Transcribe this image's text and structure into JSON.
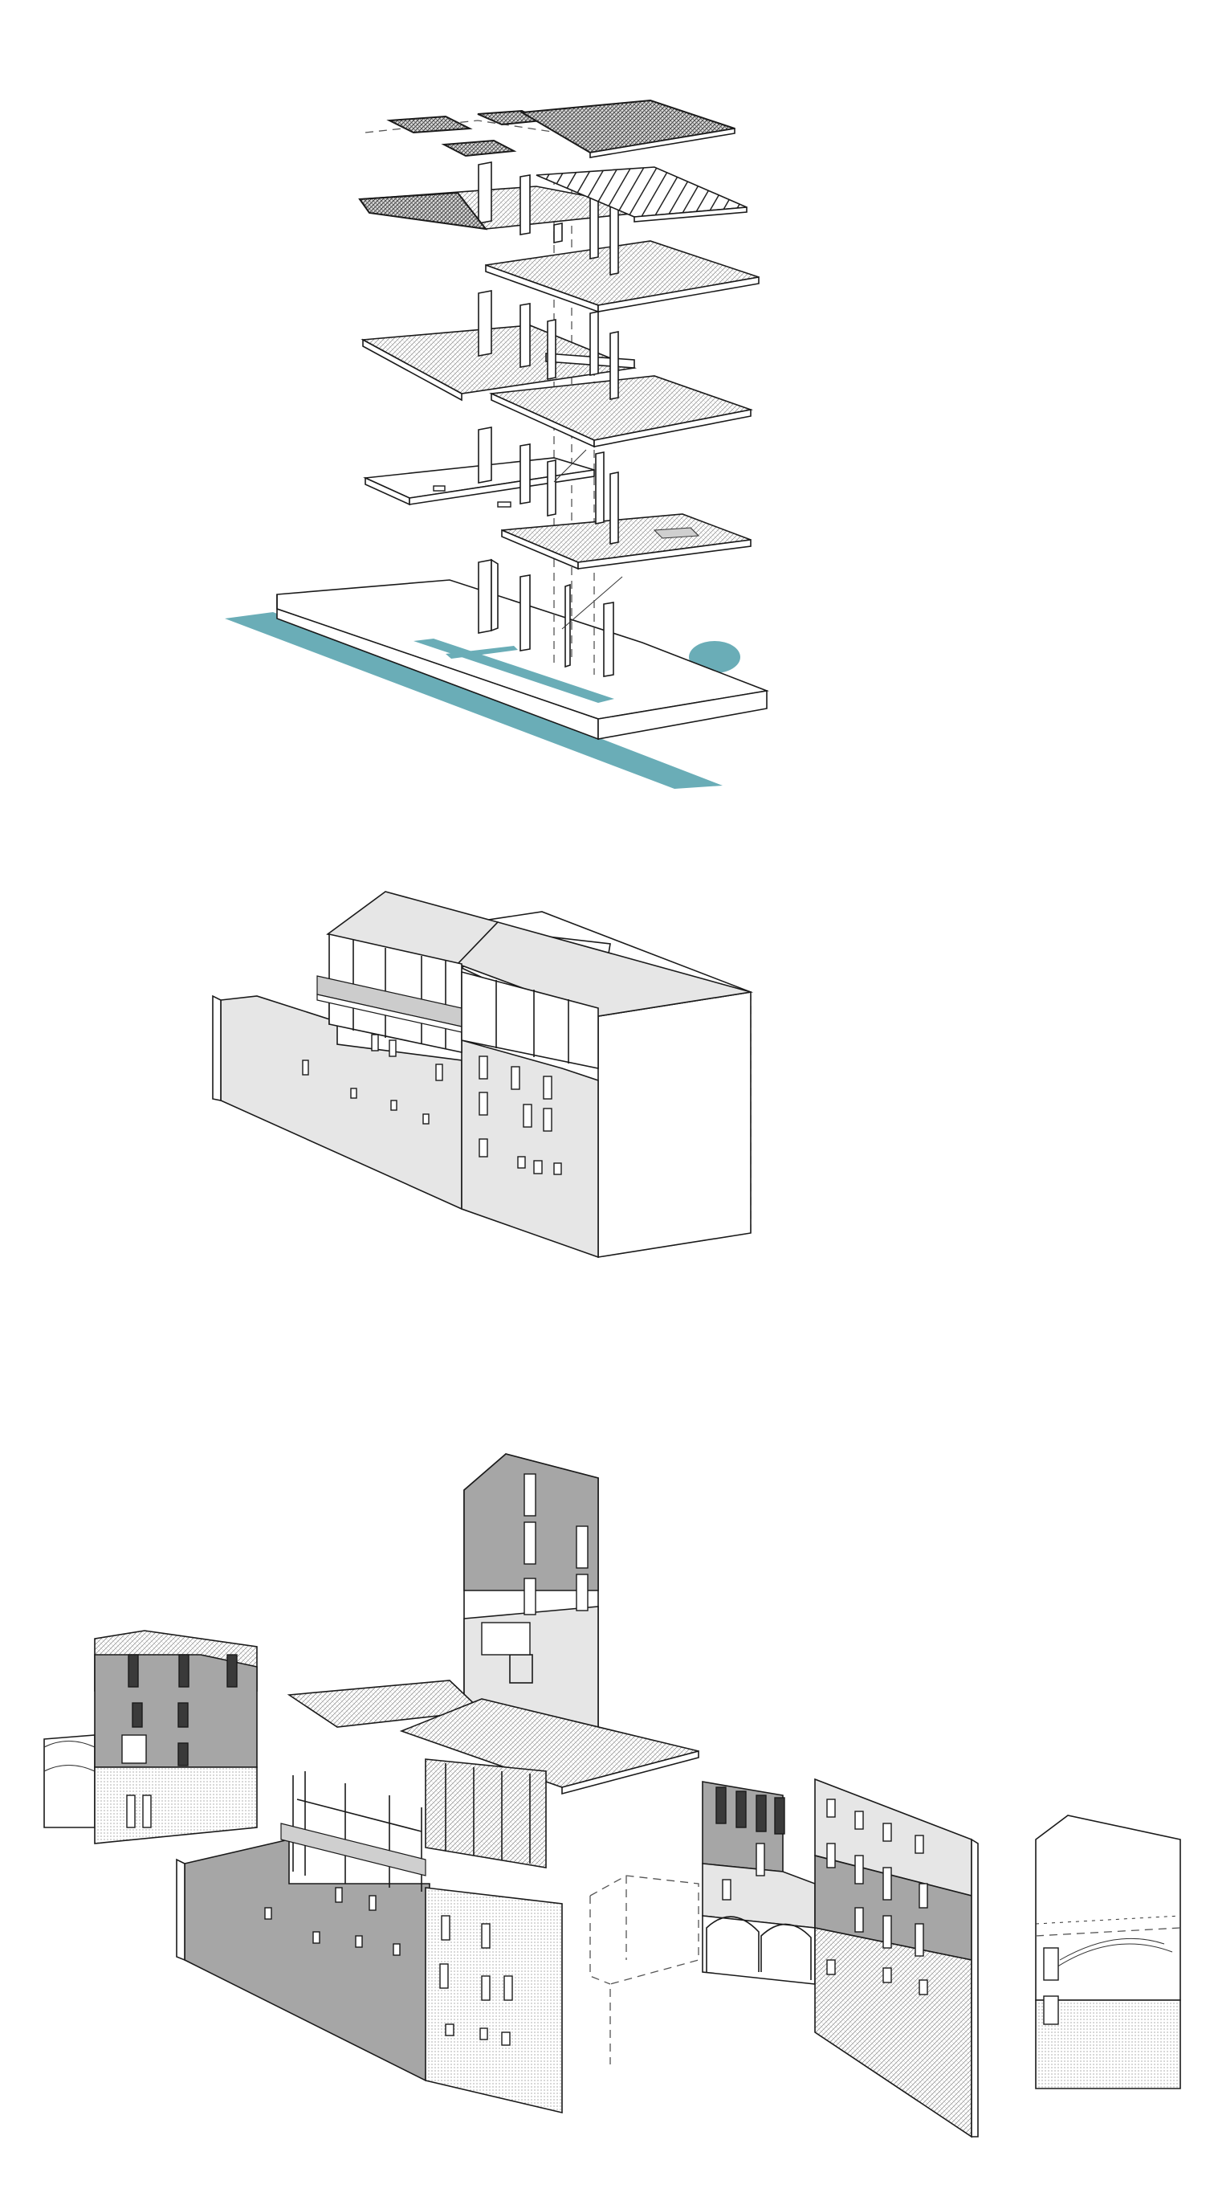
{
  "colors": {
    "water": "#6aadb7",
    "light_surface": "#e6e6e6",
    "mid_surface": "#a6a6a6",
    "dark_surface": "#8c8c8c",
    "line": "#1a1a1a"
  },
  "drawings": [
    {
      "id": "exploded-axonometric"
    },
    {
      "id": "facade-axonometric"
    },
    {
      "id": "exploded-elevations"
    }
  ]
}
